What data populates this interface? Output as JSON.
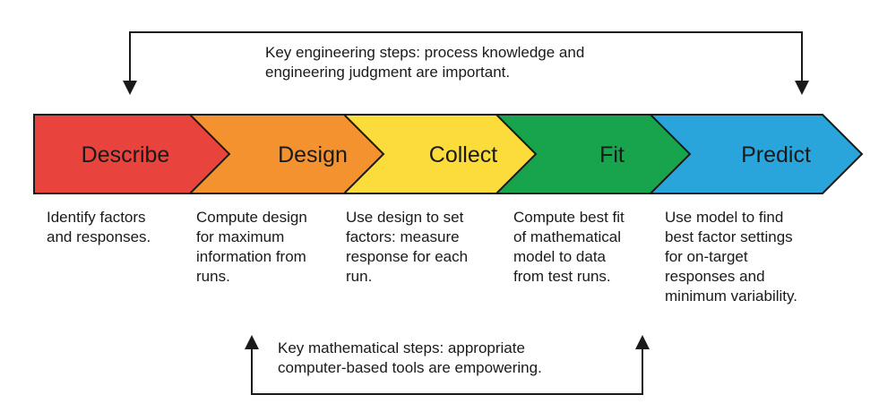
{
  "engineering_note": {
    "lines": [
      "Key engineering steps: process knowledge and",
      "engineering judgment are important."
    ]
  },
  "mathematical_note": {
    "lines": [
      "Key mathematical steps: appropriate",
      "computer-based tools are empowering."
    ]
  },
  "steps": [
    {
      "label": "Describe",
      "color": "#e8443d",
      "description": [
        "Identify factors",
        "and responses."
      ]
    },
    {
      "label": "Design",
      "color": "#f3922f",
      "description": [
        "Compute design",
        "for maximum",
        "information from",
        "runs."
      ]
    },
    {
      "label": "Collect",
      "color": "#fbdc3a",
      "description": [
        "Use design to set",
        "factors: measure",
        "response for each",
        "run."
      ]
    },
    {
      "label": "Fit",
      "color": "#18a44c",
      "description": [
        "Compute best fit",
        "of mathematical",
        "model to data",
        "from test runs."
      ]
    },
    {
      "label": "Predict",
      "color": "#2aa5db",
      "description": [
        "Use model to find",
        "best factor settings",
        "for on-target",
        "responses and",
        "minimum variability."
      ]
    }
  ]
}
